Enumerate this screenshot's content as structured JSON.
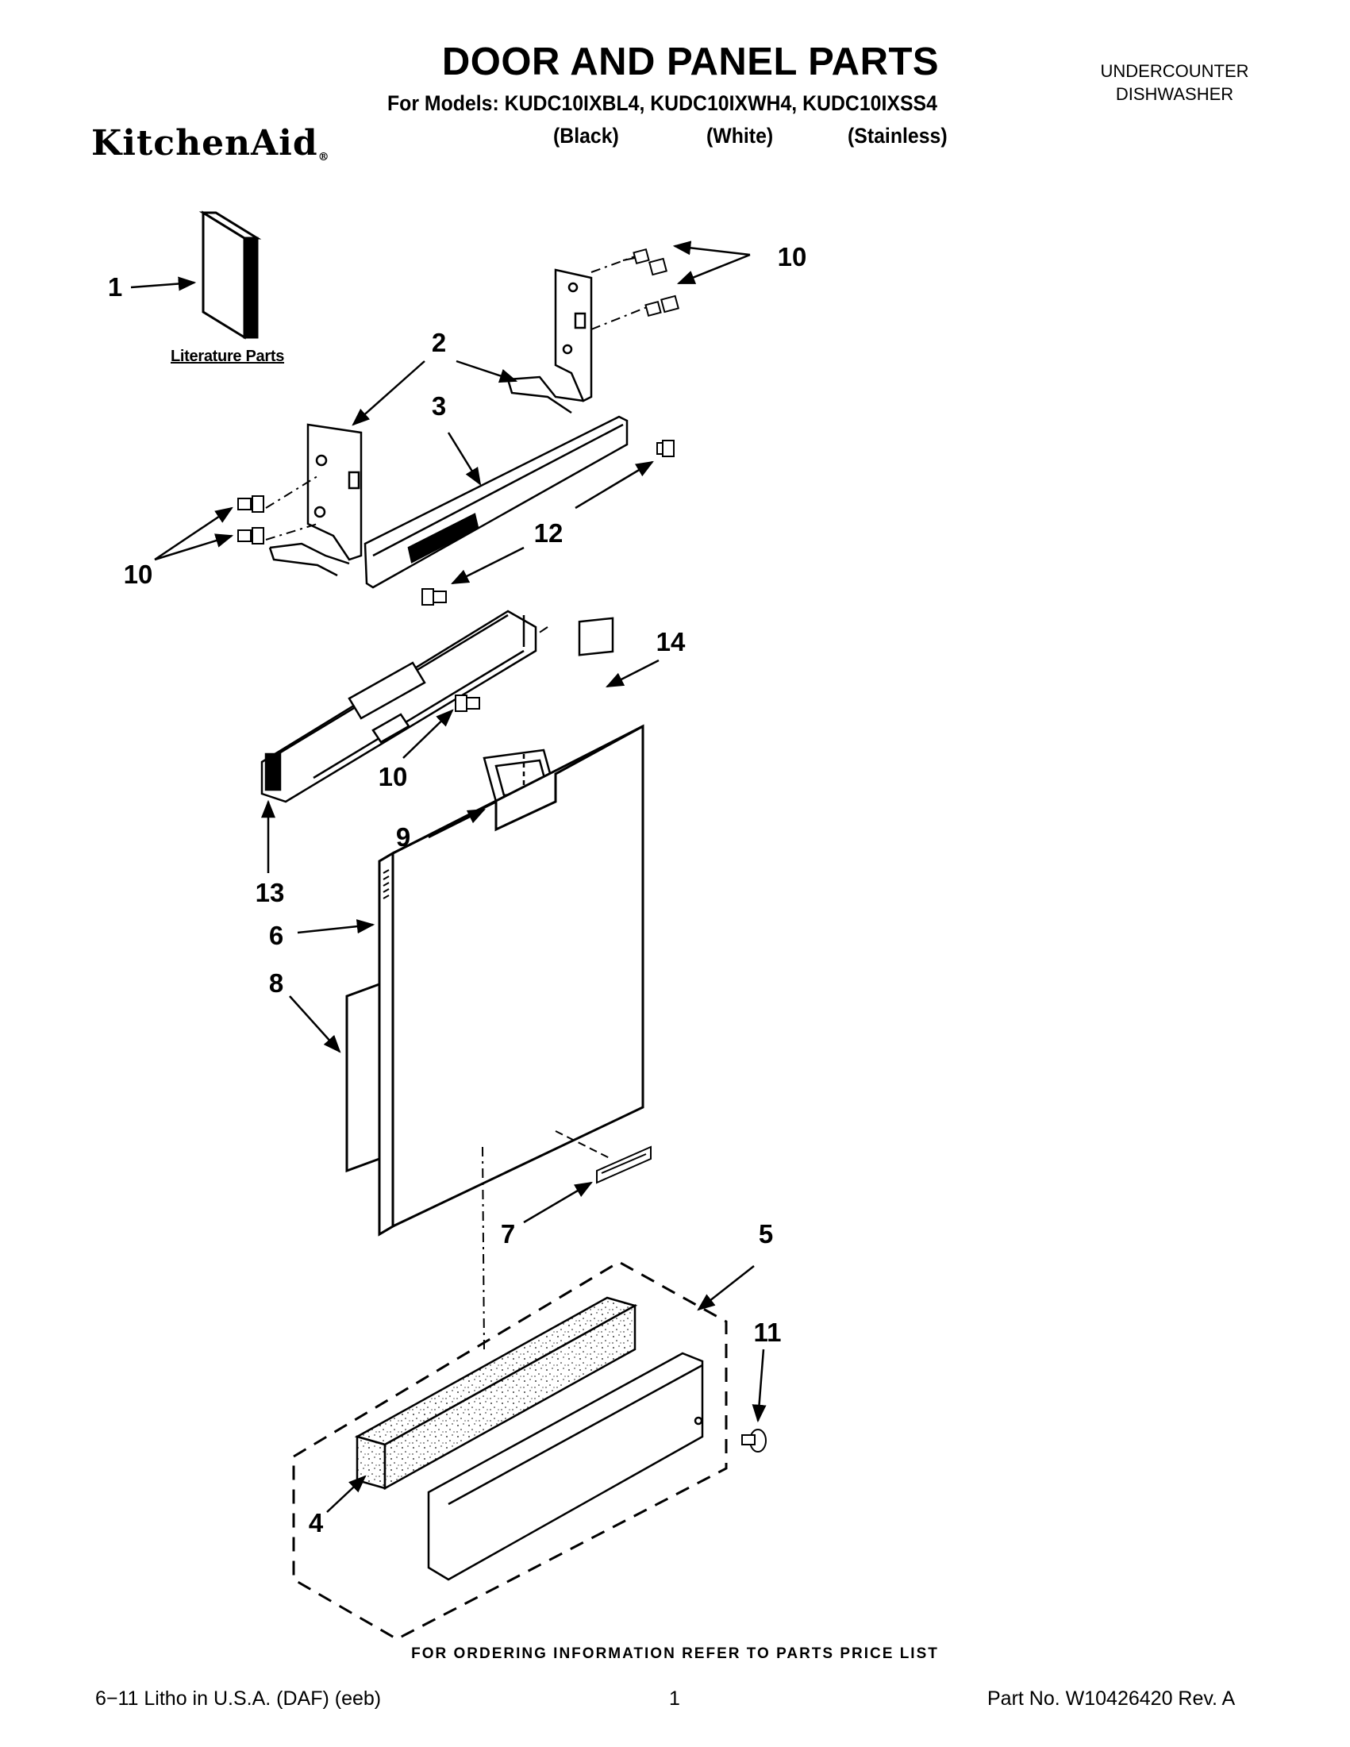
{
  "header": {
    "title": "DOOR AND PANEL PARTS",
    "models_line": "For Models: KUDC10IXBL4, KUDC10IXWH4, KUDC10IXSS4",
    "brand": "KitchenAid",
    "variants": [
      "(Black)",
      "(White)",
      "(Stainless)"
    ],
    "appliance_line1": "UNDERCOUNTER",
    "appliance_line2": "DISHWASHER"
  },
  "diagram": {
    "literature_label": "Literature Parts",
    "callouts": {
      "c1": "1",
      "c2": "2",
      "c3": "3",
      "c4": "4",
      "c5": "5",
      "c6": "6",
      "c7": "7",
      "c8": "8",
      "c9": "9",
      "c10a": "10",
      "c10b": "10",
      "c10c": "10",
      "c11": "11",
      "c12": "12",
      "c13": "13",
      "c14": "14"
    }
  },
  "footer": {
    "ordering_note": "FOR ORDERING INFORMATION REFER TO PARTS PRICE LIST",
    "print_info": "6−11 Litho in U.S.A. (DAF) (eeb)",
    "page_number": "1",
    "part_number": "Part No. W10426420 Rev. A"
  }
}
